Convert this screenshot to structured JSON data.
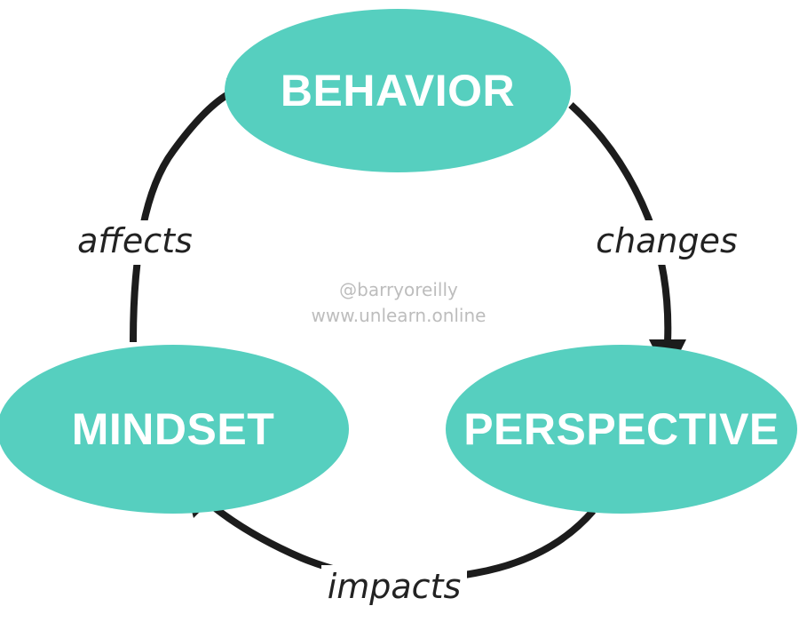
{
  "nodes": {
    "behavior": "BEHAVIOR",
    "perspective": "PERSPECTIVE",
    "mindset": "MINDSET"
  },
  "edges": {
    "behavior_to_perspective": "changes",
    "perspective_to_mindset": "impacts",
    "mindset_to_behavior": "affects"
  },
  "watermark": {
    "handle": "@barryoreilly",
    "website": "www.unlearn.online"
  },
  "colors": {
    "node_fill": "#56cfbf",
    "node_text": "#ffffff",
    "arrow": "#1c1c1c",
    "edge_text": "#222222",
    "watermark_text": "#bdbdbd"
  }
}
